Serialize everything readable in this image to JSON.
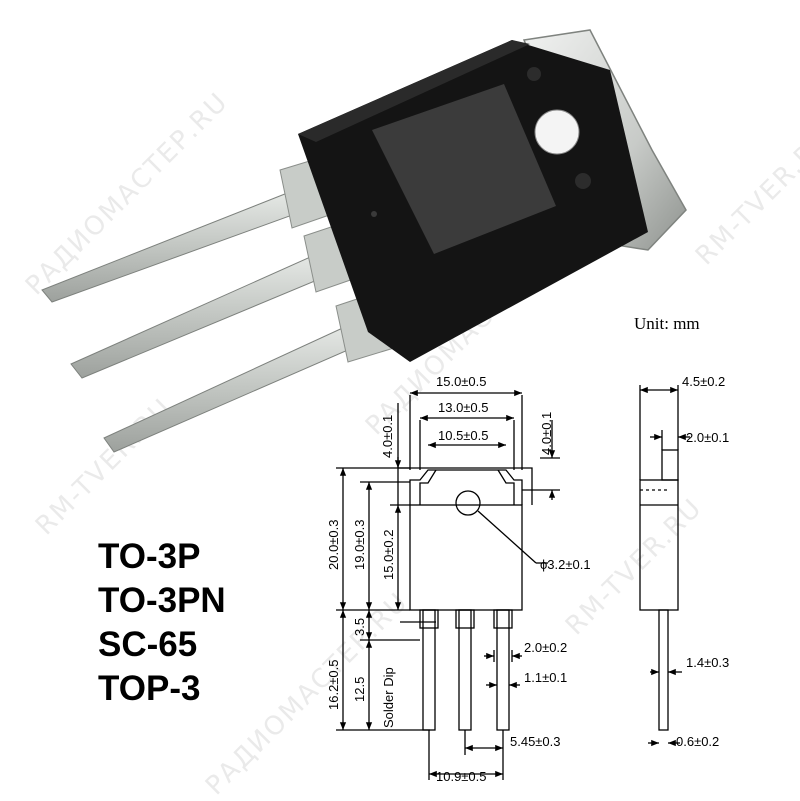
{
  "unit_label": "Unit: mm",
  "package_names": [
    "TO-3P",
    "TO-3PN",
    "SC-65",
    "TOP-3"
  ],
  "watermark_text": "РАДИОМАСТЕР.RU",
  "watermark_text_alt": "RM-TVER.RU",
  "dimensions": {
    "width_overall": "15.0±0.5",
    "width_tab": "13.0±0.5",
    "width_top": "10.5±0.5",
    "tab_height_left": "4.0±0.1",
    "tab_height_right": "4.0±0.1",
    "body_height_total": "20.0±0.3",
    "body_height_to_tab": "19.0±0.3",
    "hole_height": "15.0±0.2",
    "hole_diameter": "ϕ3.2±0.1",
    "lead_length": "16.2±0.5",
    "lead_shoulder": "3.5",
    "lead_straight": "12.5",
    "solder_dip": "Solder Dip",
    "lead_width_wide": "2.0±0.2",
    "lead_width_narrow": "1.1±0.1",
    "pitch": "5.45±0.3",
    "lead_span": "10.9±0.5",
    "side_thickness": "4.5±0.2",
    "side_tab": "2.0±0.1",
    "side_lead": "1.4±0.3",
    "side_lead_thickness": "0.6±0.2"
  },
  "colors": {
    "body": "#151515",
    "tab": "#cfd2cf",
    "lead": "#c4c8c4",
    "line": "#000000"
  }
}
